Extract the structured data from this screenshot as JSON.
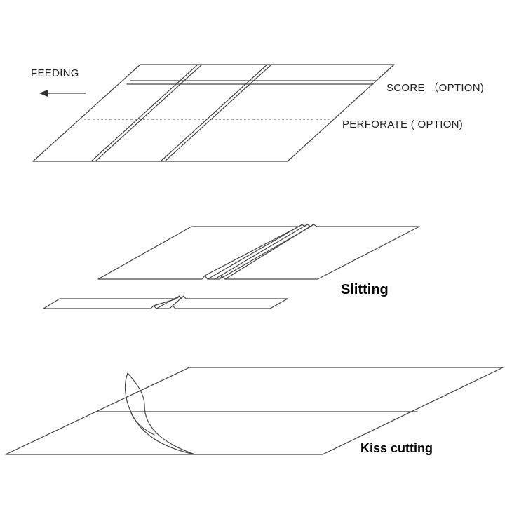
{
  "labels": {
    "feeding": "FEEDING",
    "score": "SCORE （OPTION)",
    "perforate": "PERFORATE ( OPTION)",
    "slitting": "Slitting",
    "kiss_cutting": "Kiss cutting"
  },
  "colors": {
    "line": "#444444",
    "text": "#222222",
    "background": "#ffffff"
  }
}
